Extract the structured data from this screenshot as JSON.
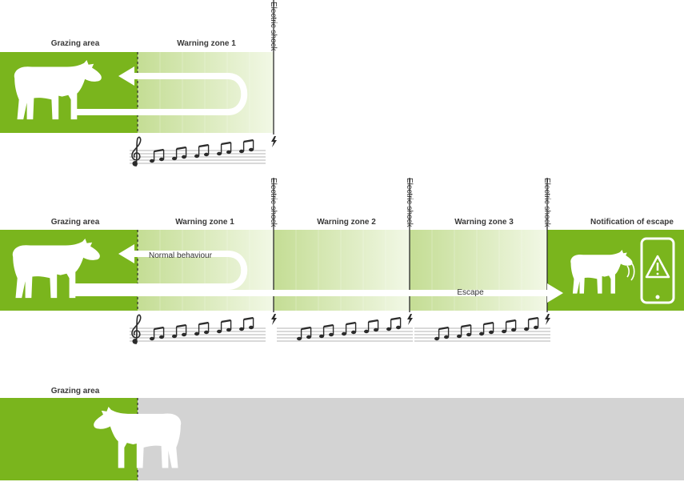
{
  "colors": {
    "grass": "#7ab51d",
    "warning_dark": "#c4dd94",
    "warning_light": "#f2f8e6",
    "inactive": "#d3d3d3",
    "line": "#2b2b2b",
    "arrow": "#ffffff"
  },
  "panel1": {
    "grazing_label": "Grazing area",
    "zone1_label": "Warning zone 1",
    "shock_label": "Electric shock"
  },
  "panel2": {
    "grazing_label": "Grazing area",
    "zone1_label": "Warning zone 1",
    "zone2_label": "Warning zone 2",
    "zone3_label": "Warning zone 3",
    "notification_label": "Notification of escape",
    "shock1_label": "Electric shock",
    "shock2_label": "Electric shock",
    "shock3_label": "Electric shock",
    "normal_label": "Normal behaviour",
    "escape_label": "Escape"
  },
  "panel3": {
    "grazing_label": "Grazing area"
  },
  "icons": [
    "cow-icon",
    "music-notes-icon",
    "treble-clef-icon",
    "lightning-icon",
    "smartphone-alert-icon",
    "vibration-icon"
  ]
}
